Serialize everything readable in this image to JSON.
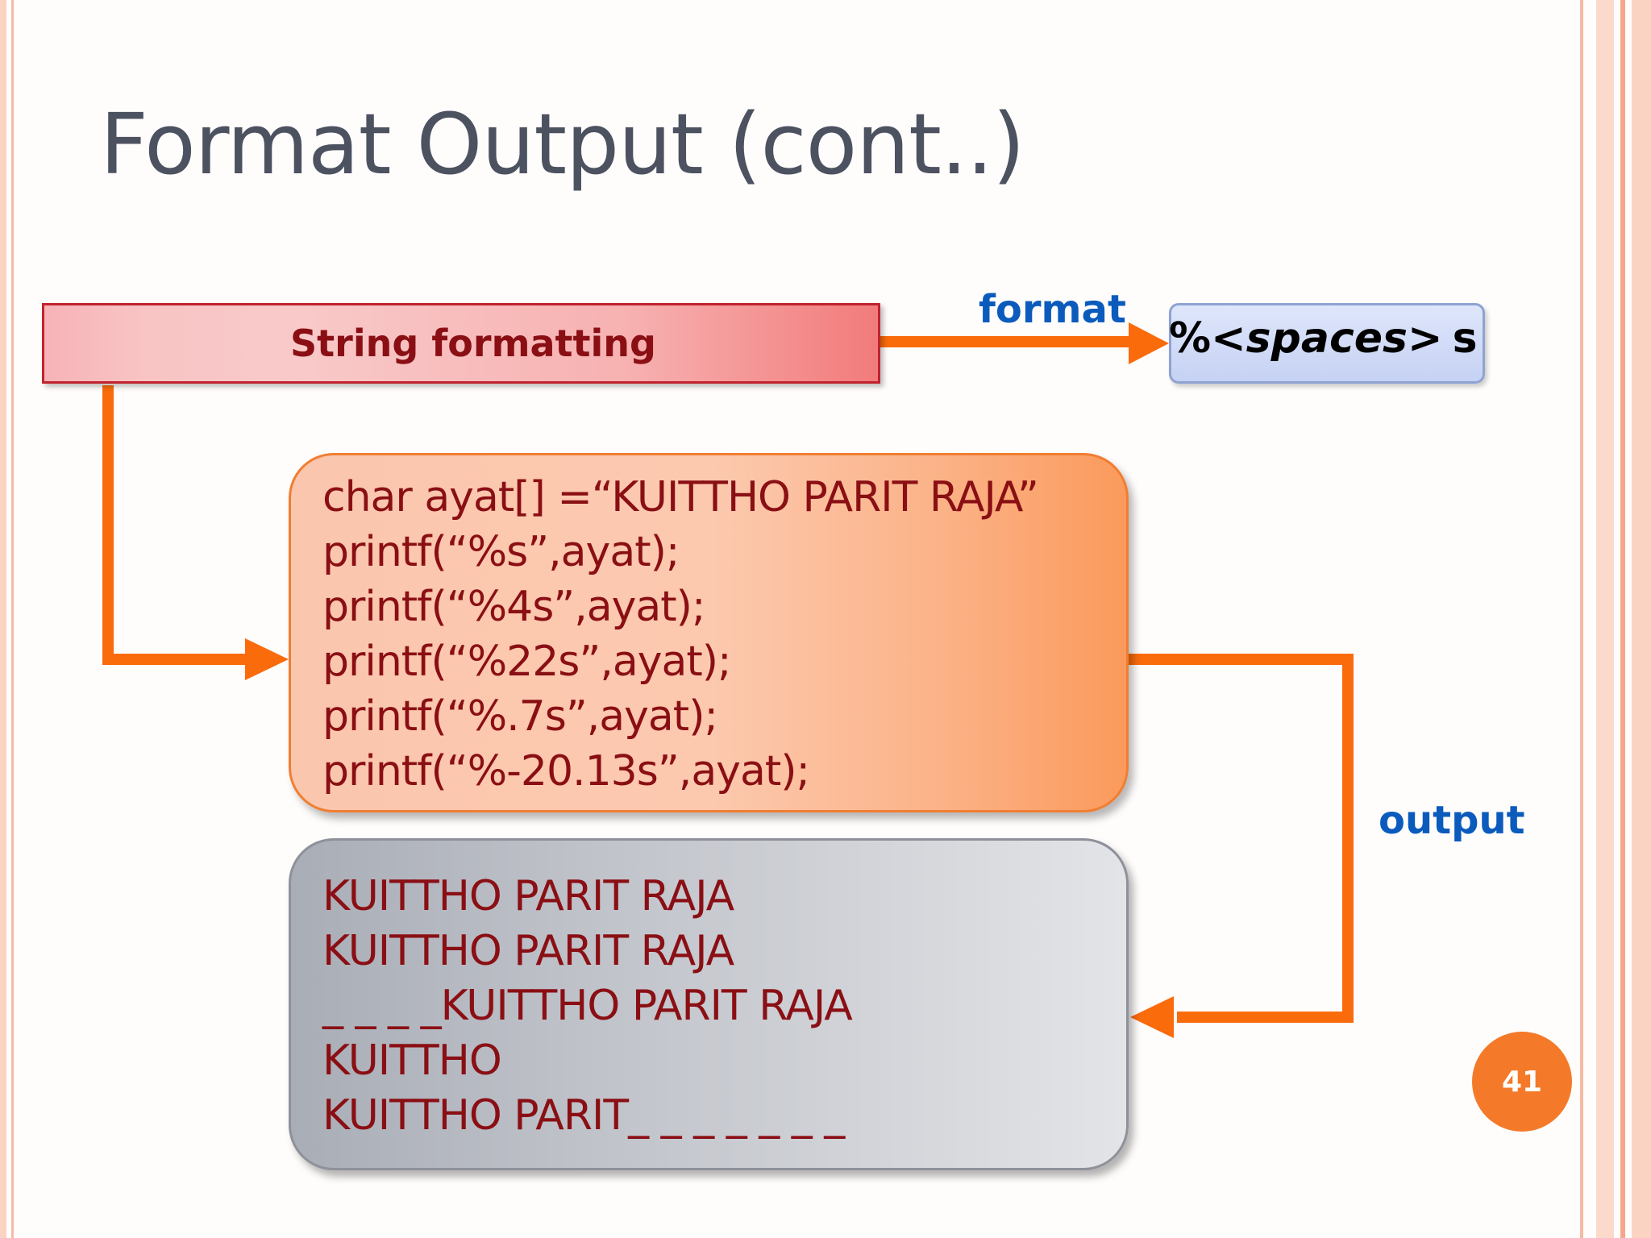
{
  "slide": {
    "title": "Format Output (cont..)",
    "page_number": "41"
  },
  "header": {
    "label": "String formatting"
  },
  "connectors": {
    "format_label": "format",
    "output_label": "output"
  },
  "format_spec": {
    "prefix": "%",
    "placeholder": "<spaces>",
    "suffix": "s"
  },
  "code_lines": [
    "char ayat[] =“KUITTHO PARIT RAJA”",
    "printf(“%s”,ayat);",
    "printf(“%4s”,ayat);",
    "printf(“%22s”,ayat);",
    "printf(“%.7s”,ayat);",
    "printf(“%-20.13s”,ayat);"
  ],
  "output_lines": [
    "KUITTHO PARIT RAJA",
    "KUITTHO PARIT RAJA",
    "_ _ _ _KUITTHO PARIT RAJA",
    "KUITTHO",
    "KUITTHO PARIT_ _ _ _ _ _ _"
  ],
  "colors": {
    "connector": "#fa6b0c",
    "label_blue": "#0b5bbd",
    "code_text": "#8a0f14",
    "badge": "#f47a2a"
  }
}
